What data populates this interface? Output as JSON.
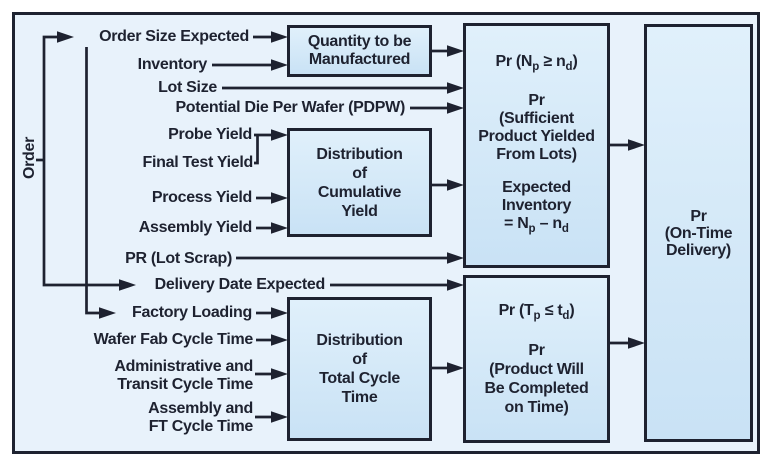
{
  "colors": {
    "line": "#1e2230",
    "text": "#1e2230",
    "box_fill_top": "#e0f0fb",
    "box_fill_bottom": "#c9e2f5",
    "frame_background": "#e8f2fb",
    "page_background": "#ffffff"
  },
  "order_label": "Order",
  "inputs": {
    "order_size": "Order Size Expected",
    "inventory": "Inventory",
    "lot_size": "Lot Size",
    "pdpw": "Potential Die Per Wafer (PDPW)",
    "probe_yield": "Probe Yield",
    "final_test_yield": "Final Test Yield",
    "process_yield": "Process Yield",
    "assembly_yield": "Assembly Yield",
    "pr_lot_scrap": "PR (Lot Scrap)",
    "delivery_date": "Delivery Date Expected",
    "factory_loading": "Factory Loading",
    "wafer_fab_ct": "Wafer Fab Cycle Time",
    "admin_ct_1": "Administrative and",
    "admin_ct_2": "Transit Cycle Time",
    "assembly_ct_1": "Assembly and",
    "assembly_ct_2": "FT Cycle Time"
  },
  "boxes": {
    "quantity": {
      "l1": "Quantity to be",
      "l2": "Manufactured"
    },
    "dist_yield": {
      "l1": "Distribution",
      "l2": "of",
      "l3": "Cumulative",
      "l4": "Yield"
    },
    "dist_cycle": {
      "l1": "Distribution",
      "l2": "of",
      "l3": "Total Cycle",
      "l4": "Time"
    },
    "yield_prob": {
      "formula_top": {
        "a": "Pr (N",
        "sub1": "p",
        "b": " ≥ n",
        "sub2": "d",
        "c": ")"
      },
      "l1": "Pr",
      "l2": "(Sufficient",
      "l3": "Product Yielded",
      "l4": "From Lots)",
      "l5": "Expected",
      "l6": "Inventory",
      "formula_bottom": {
        "a": "= N",
        "sub1": "p",
        "b": " – n",
        "sub2": "d"
      }
    },
    "time_prob": {
      "formula_top": {
        "a": "Pr (T",
        "sub1": "p",
        "b": " ≤ t",
        "sub2": "d",
        "c": ")"
      },
      "l1": "Pr",
      "l2": "(Product Will",
      "l3": "Be Completed",
      "l4": "on Time)"
    },
    "otd": {
      "l1": "Pr",
      "l2": "(On-Time",
      "l3": "Delivery)"
    }
  }
}
